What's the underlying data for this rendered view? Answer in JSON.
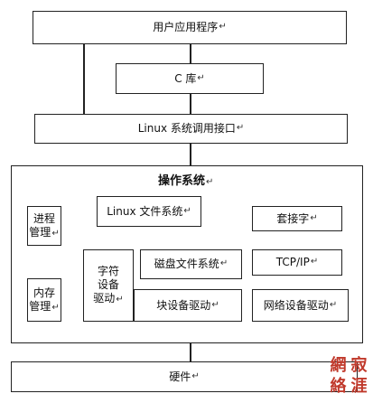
{
  "mark": "↵",
  "boxes": {
    "user_app": "用户应用程序",
    "c_lib": "C 库",
    "linux_syscall": "Linux 系统调用接口",
    "os_title": "操作系统",
    "process_mgmt": [
      "进程",
      "管理"
    ],
    "memory_mgmt": [
      "内存",
      "管理"
    ],
    "linux_fs": "Linux 文件系统",
    "char_driver": [
      "字符",
      "设备",
      "驱动"
    ],
    "disk_fs": "磁盘文件系统",
    "block_driver": "块设备驱动",
    "socket": "套接字",
    "tcpip": "TCP/IP",
    "net_driver": "网络设备驱动",
    "hardware": "硬件"
  },
  "watermark": [
    "網",
    "寂",
    "絡",
    "涯"
  ]
}
